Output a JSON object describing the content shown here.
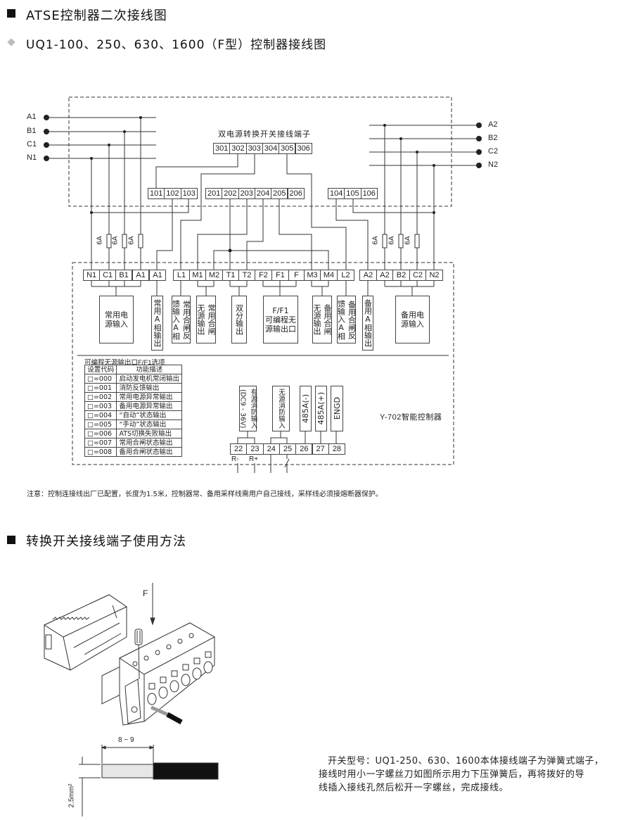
{
  "header": {
    "title": "ATSE控制器二次接线图",
    "subtitle": "UQ1-100、250、630、1600（F型）控制器接线图"
  },
  "diagram": {
    "switch_terminal_title": "双电源转换开关接线端子",
    "switch_terminals": [
      "301",
      "302",
      "303",
      "304",
      "305",
      "306"
    ],
    "terminals_group_1": [
      "101",
      "102",
      "103"
    ],
    "terminals_group_2": [
      "201",
      "202",
      "203",
      "204",
      "205",
      "206"
    ],
    "terminals_group_3": [
      "104",
      "105",
      "106"
    ],
    "source1_lines": [
      "A1",
      "B1",
      "C1",
      "N1"
    ],
    "source2_lines": [
      "A2",
      "B2",
      "C2",
      "N2"
    ],
    "fuse_rating": "6A",
    "controller_terminals": [
      "N1",
      "C1",
      "B1",
      "A1",
      "A1",
      "L1",
      "M1",
      "M2",
      "T1",
      "T2",
      "F2",
      "F1",
      "F",
      "M3",
      "M4",
      "L2",
      "A2",
      "A2",
      "B2",
      "C2",
      "N2"
    ],
    "boxes": [
      {
        "id": "normal-power-input",
        "lines": [
          "常用电",
          "源输入"
        ]
      },
      {
        "id": "normal-a-phase-output",
        "lines": [
          "常用A相输出"
        ]
      },
      {
        "id": "normal-close-feedback",
        "lines": [
          "常用合闸反",
          "馈输入A相"
        ]
      },
      {
        "id": "normal-close-dry-output",
        "lines": [
          "常用合闸",
          "无源输出"
        ]
      },
      {
        "id": "double-open-output",
        "lines": [
          "双分输出"
        ]
      },
      {
        "id": "programmable-output",
        "lines": [
          "F/F1",
          "可编程无",
          "源输出口"
        ]
      },
      {
        "id": "standby-close-dry-output",
        "lines": [
          "备用合闸",
          "无源输出"
        ]
      },
      {
        "id": "standby-close-feedback",
        "lines": [
          "备用合闸反",
          "馈输入A相"
        ]
      },
      {
        "id": "standby-a-phase-output",
        "lines": [
          "备用A相输出"
        ]
      },
      {
        "id": "standby-power-input",
        "lines": [
          "备用电",
          "源输入"
        ]
      }
    ],
    "options_title": "可编程无源输出口F/F1选项",
    "options_headers": [
      "设置代码",
      "功能描述"
    ],
    "options": [
      [
        "□=000",
        "启动发电机常闭输出"
      ],
      [
        "□=001",
        "消防反馈输出"
      ],
      [
        "□=002",
        "常用电源异常输出"
      ],
      [
        "□=003",
        "备用电源异常输出"
      ],
      [
        "□=004",
        "“自动”状态输出"
      ],
      [
        "□=005",
        "“手动”状态输出"
      ],
      [
        "□=006",
        "ATS切换失败输出"
      ],
      [
        "□=007",
        "常用合闸状态输出"
      ],
      [
        "□=008",
        "备用合闸状态输出"
      ]
    ],
    "aux_boxes": {
      "active_fire": [
        "有源消防输入",
        "(DC9 - 36V)"
      ],
      "passive_fire": "无源消防输入",
      "rs485_minus": "485A(-)",
      "rs485_plus": "485A(+)",
      "engd": "ENGD"
    },
    "aux_terminals": [
      "22",
      "23",
      "24",
      "25",
      "26",
      "27",
      "28"
    ],
    "r_minus": "R-",
    "r_plus": "R+",
    "controller_name": "Y-702智能控制器"
  },
  "note": "注意：控制连接线出厂已配置，长度为1.5米，控制器常、备用采样线需用户自己接线，采样线必须接熔断器保护。",
  "section2": {
    "title": "转换开关接线端子使用方法",
    "force_label": "F",
    "strip_length": "8 ~ 9",
    "wire_size": "2.5mm²",
    "description_lines": [
      "开关型号：UQ1-250、630、1600本体接线端子为弹簧式端子，",
      "接线时用小一字螺丝刀如图所示用力下压弹簧后，再将拨好的导",
      "线插入接线孔然后松开一字螺丝，完成接线。"
    ]
  }
}
